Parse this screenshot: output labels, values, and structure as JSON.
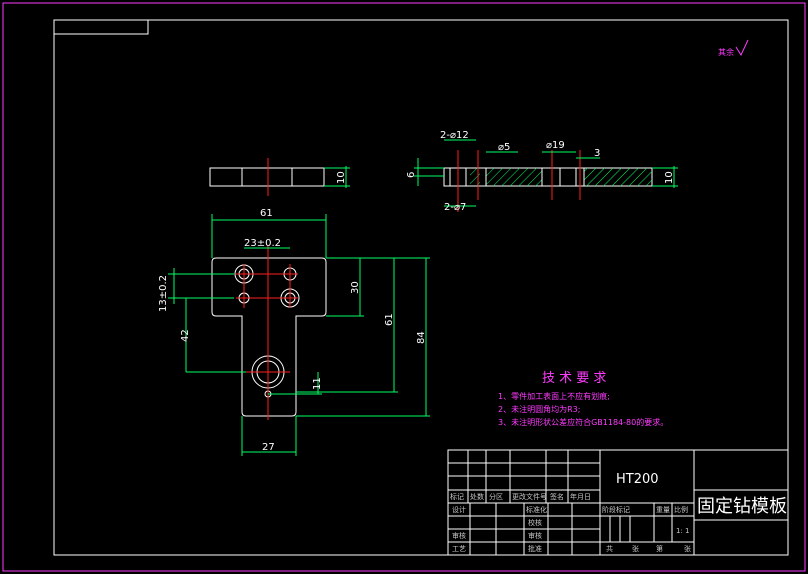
{
  "drawing": {
    "title": "固定钻模板",
    "material": "HT200",
    "roughness_note": "其余",
    "scale": "1: 1"
  },
  "tech_requirements": {
    "heading": "技 术 要 求",
    "items": [
      "1、零件加工表面上不应有划痕;",
      "2、未注明圆角均为R3;",
      "3、未注明形状公差应符合GB1184-80的要求。"
    ]
  },
  "dimensions": {
    "width_total": "61",
    "hole_spacing": "23±0.2",
    "hole_offset": "13±0.2",
    "head_height": "30",
    "height_61": "61",
    "height_84": "84",
    "dim_42": "42",
    "dim_11": "11",
    "stem_width": "27",
    "top_thickness": "10",
    "sec_2_phi12": "2-⌀12",
    "sec_phi5": "⌀5",
    "sec_phi19": "⌀19",
    "sec_3": "3",
    "sec_6": "6",
    "sec_2_phi7": "2-⌀7",
    "sec_thickness": "10"
  },
  "title_block": {
    "row_a": [
      "标记",
      "处数",
      "分区",
      "更改文件号",
      "签名",
      "年月日"
    ],
    "design": "设计",
    "standardize": "标准化",
    "review": "审核",
    "process": "工艺",
    "approve": "批准",
    "check": "校核",
    "proofread": "审核",
    "stage_labels": [
      "阶段标记",
      "重量",
      "比例"
    ],
    "sheet_row": [
      "共",
      "张",
      "第",
      "张"
    ]
  }
}
